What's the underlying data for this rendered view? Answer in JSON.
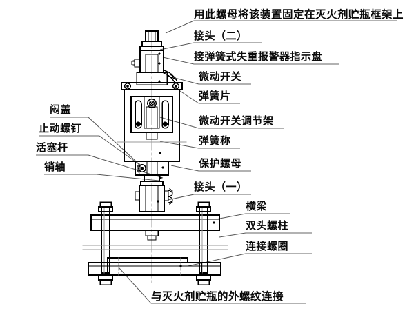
{
  "drawing": {
    "title": "用此螺母将该装置固定在灭火剂贮瓶框架上",
    "bottom_caption": "与灭火剂贮瓶的外螺纹连接",
    "line_color": "#000000",
    "leader_color": "#555555",
    "background": "#ffffff"
  },
  "callouts": {
    "right": [
      {
        "label": "接头（二）"
      },
      {
        "label": "接弹簧式失重报警器指示盘"
      },
      {
        "label": "微动开关"
      },
      {
        "label": "弹簧片"
      },
      {
        "label": "微动开关调节架"
      },
      {
        "label": "弹簧称"
      },
      {
        "label": "保护螺母"
      },
      {
        "label": "接头（一）"
      },
      {
        "label": "横梁"
      },
      {
        "label": "双头螺柱"
      },
      {
        "label": "连接螺圈"
      }
    ],
    "left": [
      {
        "label": "闷盖"
      },
      {
        "label": "止动螺钉"
      },
      {
        "label": "活塞杆"
      },
      {
        "label": "销轴"
      }
    ]
  },
  "parts": {
    "top_nut": "top-nut",
    "connector_two": "connector-two",
    "micro_switch": "micro-switch",
    "spring_leaf": "spring-leaf",
    "adjust_bracket": "micro-switch-adjust-bracket",
    "spring_scale": "spring-scale-body",
    "protect_nut": "protective-nut",
    "connector_one": "connector-one",
    "crossbeam": "crossbeam",
    "stud_bolt": "double-head-stud",
    "connect_ring": "connecting-ring",
    "base_plate": "base-plate"
  }
}
